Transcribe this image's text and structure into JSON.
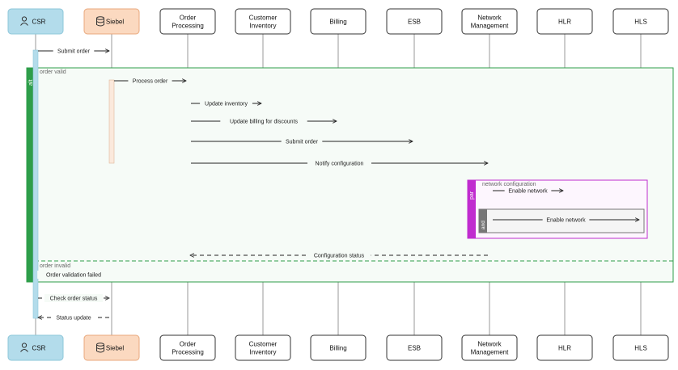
{
  "participants": [
    {
      "id": "csr",
      "label": "CSR",
      "type": "actor"
    },
    {
      "id": "siebel",
      "label": "Siebel",
      "type": "database"
    },
    {
      "id": "order_processing",
      "label": "Order\nProcessing",
      "type": "box"
    },
    {
      "id": "customer_inventory",
      "label": "Customer\nInventory",
      "type": "box"
    },
    {
      "id": "billing",
      "label": "Billing",
      "type": "box"
    },
    {
      "id": "esb",
      "label": "ESB",
      "type": "box"
    },
    {
      "id": "network_management",
      "label": "Network\nManagement",
      "type": "box"
    },
    {
      "id": "hlr",
      "label": "HLR",
      "type": "box"
    },
    {
      "id": "hls",
      "label": "HLS",
      "type": "box"
    }
  ],
  "frames": {
    "alt": {
      "tag": "alt",
      "guard_valid": "order valid",
      "guard_invalid": "order invalid"
    },
    "par": {
      "tag": "par",
      "guard": "network configuration",
      "and_tag": "and"
    }
  },
  "messages": [
    {
      "from": "csr",
      "to": "siebel",
      "label": "Submit order",
      "style": "solid"
    },
    {
      "from": "siebel",
      "to": "order_processing",
      "label": "Process order",
      "style": "solid"
    },
    {
      "from": "order_processing",
      "to": "customer_inventory",
      "label": "Update inventory",
      "style": "solid"
    },
    {
      "from": "order_processing",
      "to": "billing",
      "label": "Update billing for discounts",
      "style": "solid"
    },
    {
      "from": "order_processing",
      "to": "esb",
      "label": "Submit order",
      "style": "solid"
    },
    {
      "from": "order_processing",
      "to": "network_management",
      "label": "Notify configuration",
      "style": "solid"
    },
    {
      "from": "network_management",
      "to": "hlr",
      "label": "Enable network",
      "style": "solid"
    },
    {
      "from": "network_management",
      "to": "hls",
      "label": "Enable network",
      "style": "solid"
    },
    {
      "from": "network_management",
      "to": "order_processing",
      "label": "Configuration status",
      "style": "dashed"
    },
    {
      "from": "siebel",
      "to": "csr",
      "label": "Order validation failed",
      "style": "dashed"
    },
    {
      "from": "csr",
      "to": "siebel",
      "label": "Check order status",
      "style": "dashed"
    },
    {
      "from": "siebel",
      "to": "csr",
      "label": "Status update",
      "style": "dashed"
    }
  ],
  "colors": {
    "csr_fill": "#b3dceb",
    "csr_stroke": "#8ec7da",
    "siebel_fill": "#fbd9c0",
    "siebel_stroke": "#e8a87c",
    "alt_frame": "#2e9e4a",
    "par_frame": "#c02ccf",
    "and_frame": "#777777"
  }
}
